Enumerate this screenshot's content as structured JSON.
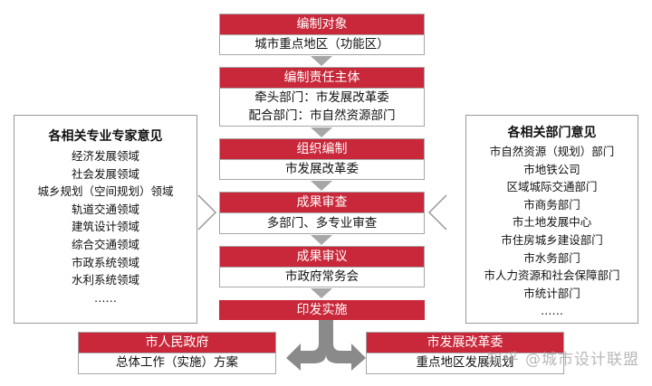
{
  "stages": [
    {
      "title": "编制对象",
      "lines": [
        "城市重点地区（功能区）"
      ]
    },
    {
      "title": "编制责任主体",
      "lines": [
        "牵头部门：市发展改革委",
        "配合部门：市自然资源部门"
      ]
    },
    {
      "title": "组织编制",
      "lines": [
        "市发展改革委"
      ]
    },
    {
      "title": "成果审查",
      "lines": [
        "多部门、多专业审查"
      ]
    },
    {
      "title": "成果审议",
      "lines": [
        "市政府常务会"
      ]
    },
    {
      "title": "印发实施",
      "lines": []
    }
  ],
  "left_panel": {
    "title": "各相关专业专家意见",
    "items": [
      "经济发展领域",
      "社会发展领域",
      "城乡规划（空间规划）领域",
      "轨道交通领域",
      "建筑设计领域",
      "综合交通领域",
      "市政系统领域",
      "水利系统领域",
      "……"
    ]
  },
  "right_panel": {
    "title": "各相关部门意见",
    "items": [
      "市自然资源（规划）部门",
      "市地铁公司",
      "区域城际交通部门",
      "市商务部门",
      "市土地发展中心",
      "市住房城乡建设部门",
      "市水务部门",
      "市人力资源和社会保障部门",
      "市统计部门",
      "……"
    ]
  },
  "outputs": {
    "left": {
      "title": "市人民政府",
      "body": "总体工作（实施）方案"
    },
    "right": {
      "title": "市发展改革委",
      "body": "重点地区发展规划"
    }
  },
  "watermark": "知乎 @城市设计联盟",
  "colors": {
    "accent": "#c8283a",
    "border": "#a7a7a7",
    "arrow": "#8a8a8a"
  }
}
